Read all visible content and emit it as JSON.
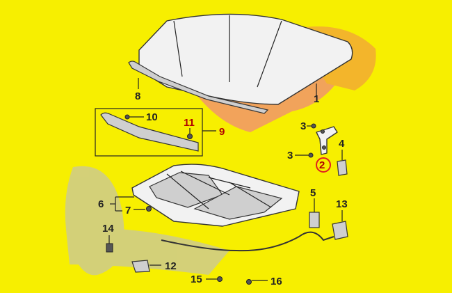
{
  "callouts": {
    "c1": "1",
    "c2": "2",
    "c3a": "3",
    "c3b": "3",
    "c4": "4",
    "c5": "5",
    "c6": "6",
    "c7": "7",
    "c8": "8",
    "c9": "9",
    "c10": "10",
    "c11": "11",
    "c12": "12",
    "c13": "13",
    "c14": "14",
    "c15": "15",
    "c16": "16"
  },
  "colors": {
    "background": "#f7ef00",
    "highlight_ring": "#e02020",
    "callout_red": "#b00000",
    "watermark_red": "#f08a7a",
    "watermark_grey": "#c8c6a0",
    "watermark_orange": "#f2a23a"
  },
  "watermark": "logo-watermark"
}
